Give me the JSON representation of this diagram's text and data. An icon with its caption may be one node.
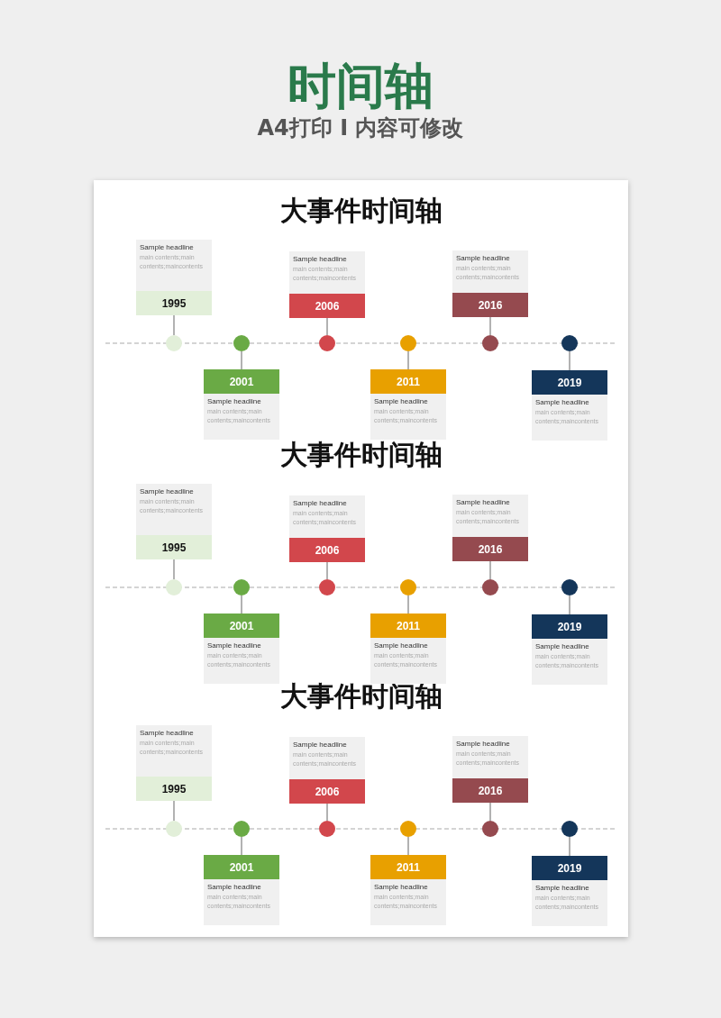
{
  "diagram": {
    "title": "时间轴",
    "nodes": [
      {
        "text": [
          "Sample headline",
          "main contents;main contents;maincontents"
        ]
      },
      {
        "text": [
          "1995"
        ],
        "in": 0
      },
      {
        "text": [],
        "shape": "circle"
      },
      {
        "text": [
          "Sample headline",
          "main contents;main contents;maincontents"
        ]
      },
      {
        "text": [
          "2001"
        ],
        "in": 3
      },
      {
        "text": [],
        "shape": "circle"
      },
      {
        "text": [
          "Sample headline",
          "main contents;main contents;maincontents"
        ]
      },
      {
        "text": [
          "2006"
        ],
        "in": 6
      },
      {
        "text": [],
        "shape": "circle"
      },
      {
        "text": [
          "Sample headline",
          "main contents;main contents;maincontents"
        ]
      },
      {
        "text": [
          "2011"
        ],
        "in": 9
      },
      {
        "text": [],
        "shape": "circle"
      },
      {
        "text": [
          "Sample headline",
          "main contents;main contents;maincontents"
        ]
      },
      {
        "text": [
          "2016"
        ],
        "in": 12
      },
      {
        "text": [],
        "shape": "circle"
      },
      {
        "text": [
          "Sample headline",
          "main contents;main contents;maincontents"
        ]
      },
      {
        "text": [
          "2019"
        ],
        "in": 15
      },
      {
        "text": [],
        "shape": "circle"
      },
      {
        "text": [
          "Sample headline",
          "main contents;main contents;maincontents"
        ]
      },
      {
        "text": [
          "1995"
        ],
        "in": 18
      },
      {
        "text": [],
        "shape": "circle"
      },
      {
        "text": [
          "Sample headline",
          "main contents;main contents;maincontents"
        ]
      },
      {
        "text": [
          "2001"
        ],
        "in": 21
      },
      {
        "text": [],
        "shape": "circle"
      },
      {
        "text": [
          "Sample headline",
          "main contents;main contents;maincontents"
        ]
      },
      {
        "text": [
          "2006"
        ],
        "in": 24
      },
      {
        "text": [],
        "shape": "circle"
      },
      {
        "text": [
          "Sample headline",
          "main contents;main contents;maincontents"
        ]
      },
      {
        "text": [
          "2011"
        ],
        "in": 27
      },
      {
        "text": [],
        "shape": "circle"
      },
      {
        "text": [
          "Sample headline",
          "main contents;main contents;maincontents"
        ]
      },
      {
        "text": [
          "2016"
        ],
        "in": 30
      },
      {
        "text": [],
        "shape": "circle"
      },
      {
        "text": [
          "Sample headline",
          "main contents;main contents;maincontents"
        ]
      },
      {
        "text": [
          "2019"
        ],
        "in": 33
      },
      {
        "text": [],
        "shape": "circle"
      },
      {
        "text": [
          "Sample headline",
          "main contents;main contents;maincontents"
        ]
      },
      {
        "text": [
          "1995"
        ],
        "in": 36
      },
      {
        "text": [],
        "shape": "circle"
      },
      {
        "text": [
          "Sample headline",
          "main contents;main contents;maincontents"
        ]
      },
      {
        "text": [
          "2001"
        ],
        "in": 39
      },
      {
        "text": [],
        "shape": "circle"
      },
      {
        "text": [
          "Sample headline",
          "main contents;main contents;maincontents"
        ]
      },
      {
        "text": [
          "2006"
        ],
        "in": 42
      },
      {
        "text": [],
        "shape": "circle"
      },
      {
        "text": [
          "Sample headline",
          "main contents;main contents;maincontents"
        ]
      },
      {
        "text": [
          "2011"
        ],
        "in": 45
      },
      {
        "text": [],
        "shape": "circle"
      },
      {
        "text": [
          "Sample headline",
          "main contents;main contents;maincontents"
        ]
      },
      {
        "text": [
          "2016"
        ],
        "in": 48
      },
      {
        "text": [],
        "shape": "circle"
      },
      {
        "text": [
          "Sample headline",
          "main contents;main contents;maincontents"
        ]
      },
      {
        "text": [
          "2019"
        ],
        "in": 51
      },
      {
        "text": [],
        "shape": "circle"
      }
    ],
    "edges": [
      {
        "from": 2,
        "to": 1,
        "arrow": "none"
      },
      {
        "from": 5,
        "to": 4,
        "arrow": "none"
      },
      {
        "from": 8,
        "to": 7,
        "arrow": "none"
      },
      {
        "from": 11,
        "to": 10,
        "arrow": "none"
      },
      {
        "from": 14,
        "to": 13,
        "arrow": "none"
      },
      {
        "from": 17,
        "to": 16,
        "arrow": "none"
      },
      {
        "from": 20,
        "to": 19,
        "arrow": "none"
      },
      {
        "from": 23,
        "to": 22,
        "arrow": "none"
      },
      {
        "from": 26,
        "to": 25,
        "arrow": "none"
      },
      {
        "from": 29,
        "to": 28,
        "arrow": "none"
      },
      {
        "from": 32,
        "to": 31,
        "arrow": "none"
      },
      {
        "from": 35,
        "to": 34,
        "arrow": "none"
      },
      {
        "from": 38,
        "to": 37,
        "arrow": "none"
      },
      {
        "from": 41,
        "to": 40,
        "arrow": "none"
      },
      {
        "from": 44,
        "to": 43,
        "arrow": "none"
      },
      {
        "from": 47,
        "to": 46,
        "arrow": "none"
      },
      {
        "from": 50,
        "to": 49,
        "arrow": "none"
      },
      {
        "from": 53,
        "to": 52,
        "arrow": "none"
      }
    ],
    "labels": [
      "A4打印 I 内容可修改",
      "大事件时间轴",
      "大事件时间轴",
      "大事件时间轴"
    ]
  }
}
